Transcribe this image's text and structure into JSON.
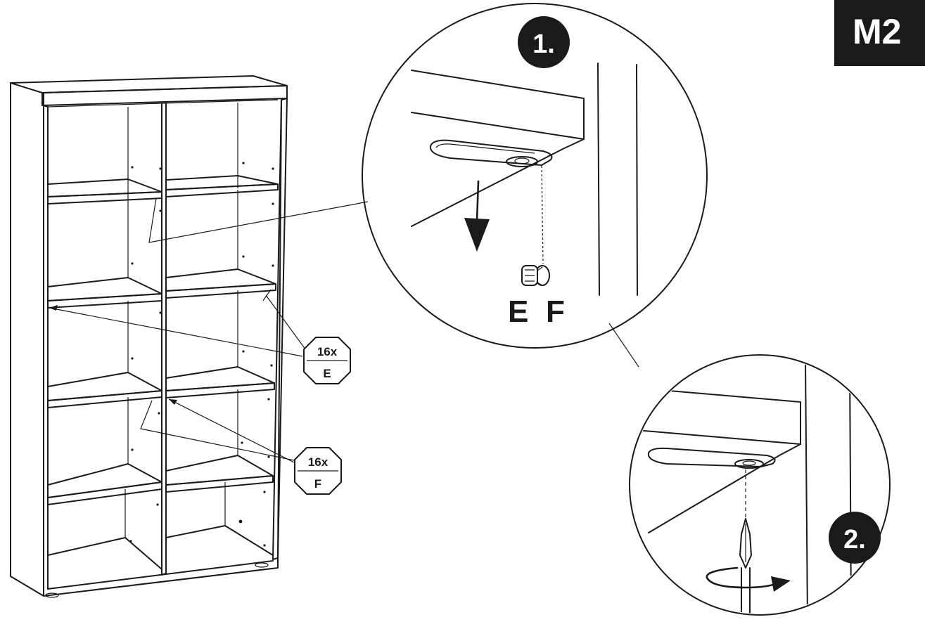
{
  "badge": {
    "text": "M2"
  },
  "steps": {
    "step1": "1.",
    "step2": "2."
  },
  "parts": {
    "e": "E",
    "f": "F"
  },
  "callouts": {
    "e": {
      "qty": "16x",
      "part": "E"
    },
    "f": {
      "qty": "16x",
      "part": "F"
    }
  }
}
